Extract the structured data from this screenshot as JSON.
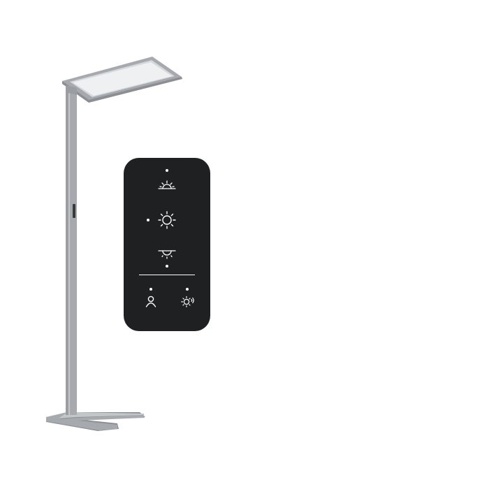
{
  "product": {
    "name": "floor-standing-lamp-with-touch-control-panel"
  },
  "colors": {
    "background": "#ffffff",
    "lamp_body": "#a6a9ad",
    "lamp_shadow": "#8b8e92",
    "lamp_highlight": "#c3c6c9",
    "lamp_pole_side": "#9a9da1",
    "diffuser": "#eef0f2",
    "diffuser_edge": "#d6d9dc",
    "sensor": "#3a3a3a",
    "panel_background": "#1f2021",
    "panel_icon": "#ffffff",
    "indicator_led": "#ffffff"
  },
  "control_panel": {
    "buttons": [
      {
        "icon": "sunrise-icon",
        "function": "brightness-up"
      },
      {
        "icon": "sun-icon",
        "function": "on-off"
      },
      {
        "icon": "sunset-icon",
        "function": "brightness-down"
      },
      {
        "icon": "person-icon",
        "function": "presence-sensor"
      },
      {
        "icon": "daylight-sensor-icon",
        "function": "daylight-control"
      }
    ]
  }
}
